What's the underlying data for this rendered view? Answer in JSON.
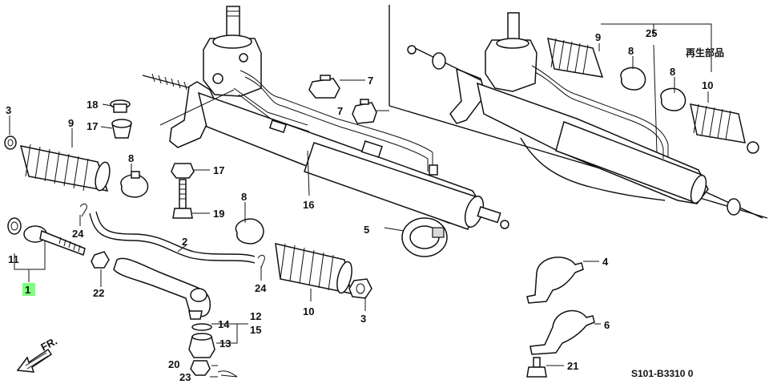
{
  "callouts": {
    "c1": "1",
    "c2": "2",
    "c3a": "3",
    "c3b": "3",
    "c4": "4",
    "c5": "5",
    "c6": "6",
    "c7a": "7",
    "c7b": "7",
    "c8a": "8",
    "c8b": "8",
    "c8c": "8",
    "c8d": "8",
    "c9a": "9",
    "c9b": "9",
    "c10a": "10",
    "c10b": "10",
    "c11": "11",
    "c12": "12",
    "c13": "13",
    "c14": "14",
    "c15": "15",
    "c16": "16",
    "c17a": "17",
    "c17b": "17",
    "c18": "18",
    "c19": "19",
    "c20": "20",
    "c21": "21",
    "c22": "22",
    "c23": "23",
    "c24a": "24",
    "c24b": "24",
    "c25": "25"
  },
  "direction_label": "FR.",
  "remanufactured_label": "再生部品",
  "diagram_code": "S101-B3310 0",
  "colors": {
    "highlight": "#7dff7d",
    "ink": "#111111"
  }
}
